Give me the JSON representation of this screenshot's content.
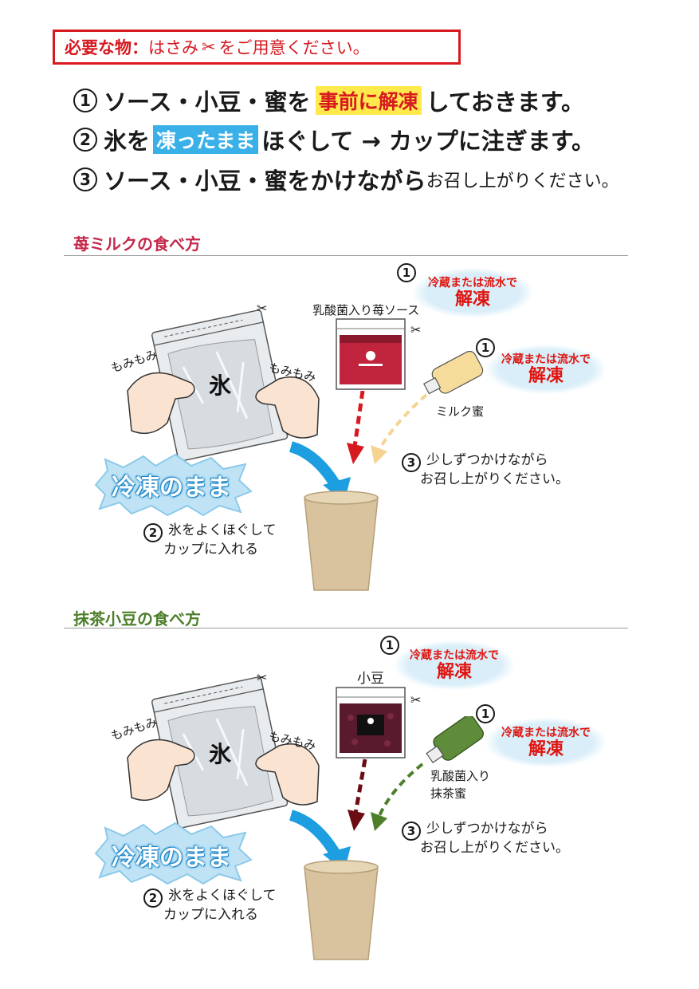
{
  "header": {
    "needs_label": "必要な物：",
    "needs_text_a": "はさみ",
    "needs_text_b": "をご用意ください。"
  },
  "steps": [
    {
      "num": "1",
      "pre": "ソース・小豆・蜜を",
      "highlight": "事前に解凍",
      "post": "しておきます。"
    },
    {
      "num": "2",
      "pre": "氷を",
      "highlight": "凍ったまま",
      "post": "ほぐして → カップに注ぎます。"
    },
    {
      "num": "3",
      "pre": "ソース・小豆・蜜をかけながら",
      "post_small": "お召し上がりください。"
    }
  ],
  "sections": [
    {
      "title": "苺ミルクの食べ方",
      "ice_label": "氷",
      "momi": "もみもみ",
      "sauce_label": "乳酸菌入り苺ソース",
      "honey_label": "ミルク蜜",
      "thaw_num": "1",
      "thaw_line1": "冷蔵または流水で",
      "thaw_line2": "解凍",
      "frozen": "冷凍のまま",
      "step2_num": "2",
      "step2_line1": "氷をよくほぐして",
      "step2_line2": "カップに入れる",
      "step3_num": "3",
      "step3_line1": "少しずつかけながら",
      "step3_line2": "お召し上がりください。"
    },
    {
      "title": "抹茶小豆の食べ方",
      "ice_label": "氷",
      "momi": "もみもみ",
      "sauce_label": "小豆",
      "honey_label_1": "乳酸菌入り",
      "honey_label_2": "抹茶蜜",
      "thaw_num": "1",
      "thaw_line1": "冷蔵または流水で",
      "thaw_line2": "解凍",
      "frozen": "冷凍のまま",
      "step2_num": "2",
      "step2_line1": "氷をよくほぐして",
      "step2_line2": "カップに入れる",
      "step3_num": "3",
      "step3_line1": "少しずつかけながら",
      "step3_line2": "お召し上がりください。"
    }
  ],
  "colors": {
    "red": "#d71920",
    "strawberry_sauce": "#c0243c",
    "milk_bottle": "#f6dc9a",
    "matcha_bottle": "#5e8c3a",
    "azuki": "#5a1a2e",
    "blue_arrow": "#1c9ee0",
    "cup": "#d8c39e"
  }
}
